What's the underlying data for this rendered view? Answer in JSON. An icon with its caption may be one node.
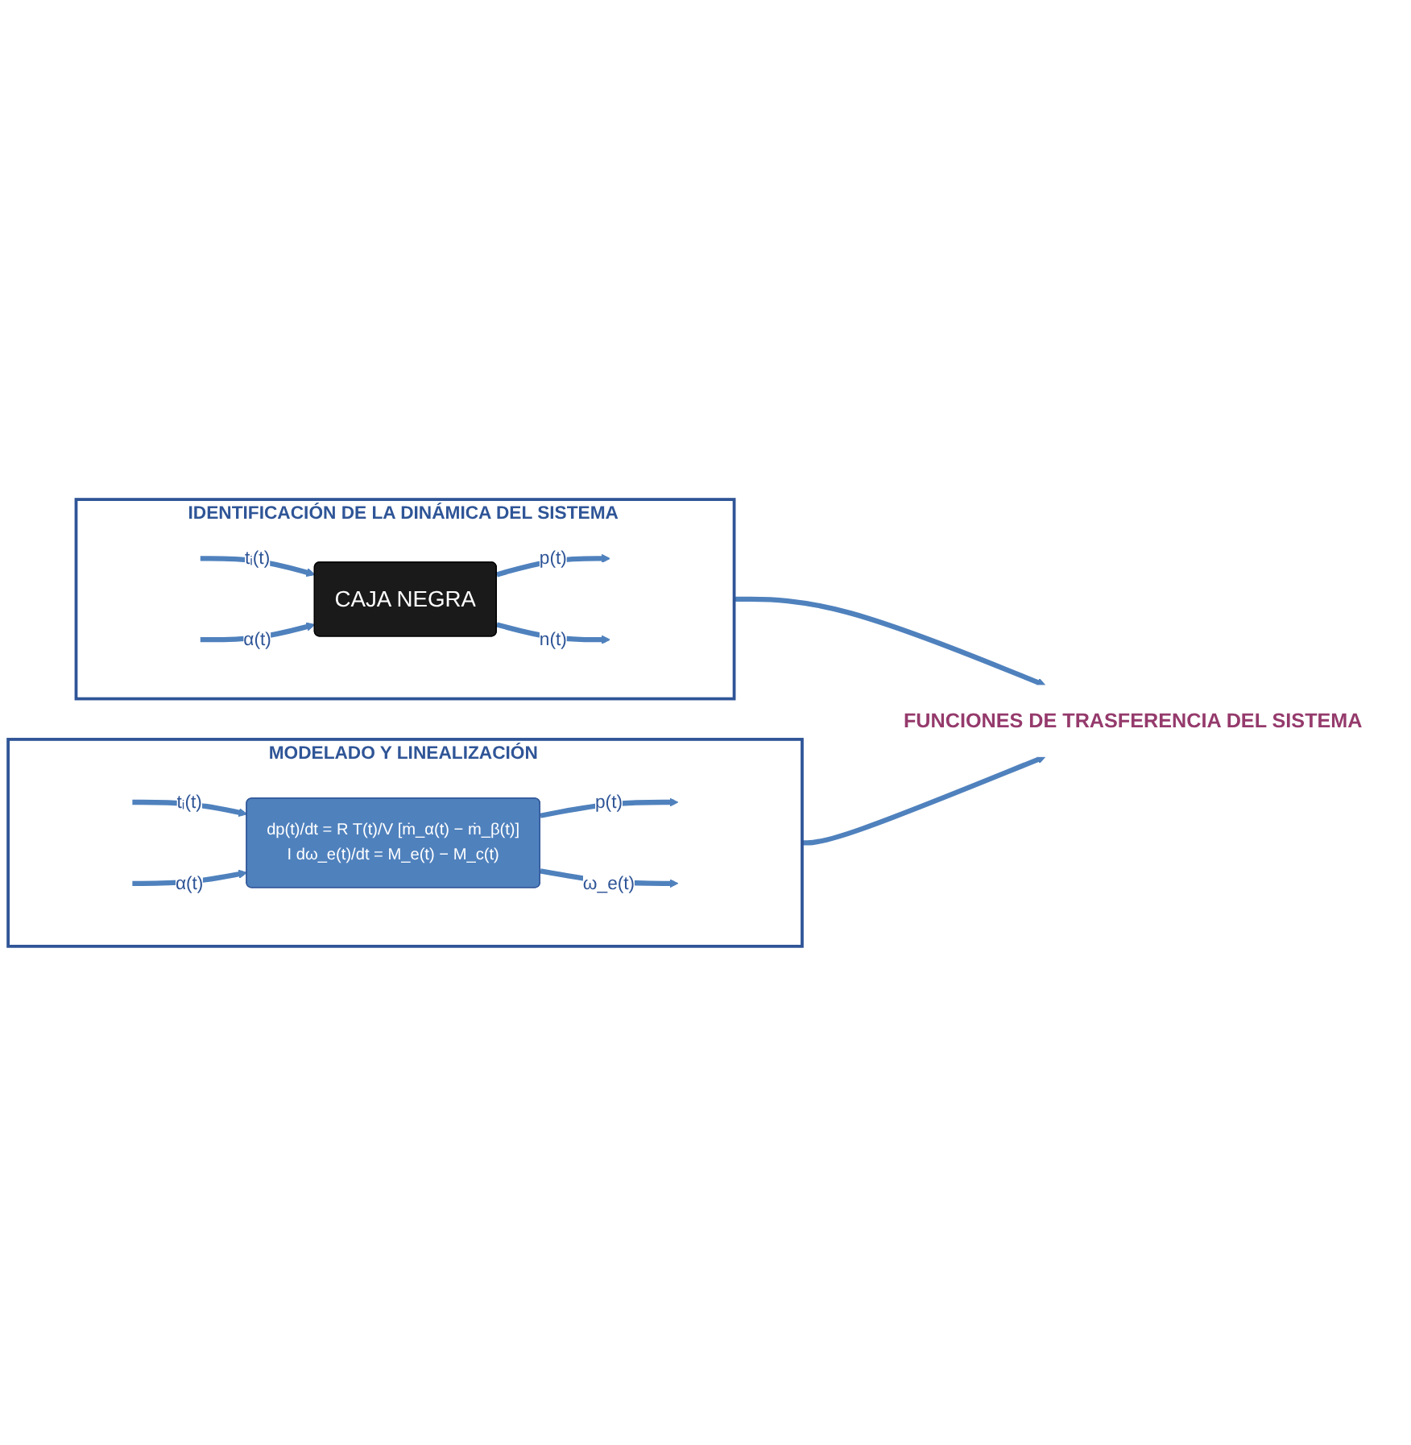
{
  "diagram": {
    "nodes": [
      {
        "text": [
          "IDENTIFICACIÓN DE LA DINÁMICA DEL SISTEMA"
        ]
      },
      {
        "text": [
          "CAJA NEGRA"
        ],
        "in": 0
      },
      {
        "text": [
          "FUNCIONES DE TRASFERENCIA DEL SISTEMA"
        ]
      },
      {
        "text": [
          "MODELADO Y LINEALIZACIÓN"
        ]
      },
      {
        "text": [
          "dp(t)/dt = R T(t)/V [ṁ_α(t) − ṁ_β(t)]",
          "I dω_e(t)/dt = M_e(t) − M_c(t)"
        ],
        "in": 3
      }
    ],
    "edges": [
      {
        "from": null,
        "to": 1,
        "arrow": "to",
        "label": "tᵢ(t)"
      },
      {
        "from": null,
        "to": 1,
        "arrow": "to",
        "label": "α(t)"
      },
      {
        "from": 1,
        "to": null,
        "arrow": "to",
        "label": "p(t)"
      },
      {
        "from": 1,
        "to": null,
        "arrow": "to",
        "label": "n(t)"
      },
      {
        "from": 0,
        "to": 2,
        "arrow": "to"
      },
      {
        "from": null,
        "to": 4,
        "arrow": "to",
        "label": "tᵢ(t)"
      },
      {
        "from": null,
        "to": 4,
        "arrow": "to",
        "label": "α(t)"
      },
      {
        "from": 4,
        "to": null,
        "arrow": "to",
        "label": "p(t)"
      },
      {
        "from": 4,
        "to": null,
        "arrow": "to",
        "label": "ω_e(t)"
      },
      {
        "from": 3,
        "to": 2,
        "arrow": "to"
      }
    ]
  }
}
